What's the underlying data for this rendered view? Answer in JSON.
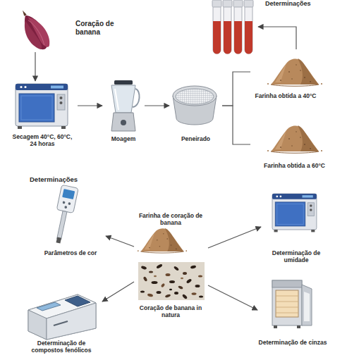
{
  "diagram": {
    "nodes": [
      {
        "text": [
          "Coração de banana"
        ]
      },
      {
        "text": [
          "Secagem 40°C, 60°C, 24 horas"
        ]
      },
      {
        "text": [
          "Moagem"
        ]
      },
      {
        "text": [
          "Peneirado"
        ]
      },
      {
        "text": [
          "Farinha obtida a 40°C"
        ]
      },
      {
        "text": [
          "Farinha obtida a 60°C"
        ]
      },
      {
        "text": [
          "Determinações"
        ]
      },
      {
        "text": [
          "Parâmetros de cor"
        ]
      },
      {
        "text": [
          "Farinha de coração de banana",
          "Coração de banana in natura"
        ]
      },
      {
        "text": [
          "Determinação de umidade"
        ]
      },
      {
        "text": [
          "Determinação de compostos fenólicos"
        ]
      },
      {
        "text": [
          "Determinação de cinzas"
        ]
      }
    ],
    "edges": [
      {
        "from": 0,
        "to": 1,
        "arrow": "to"
      },
      {
        "from": 1,
        "to": 2,
        "arrow": "to"
      },
      {
        "from": 2,
        "to": 3,
        "arrow": "to"
      },
      {
        "from": 3,
        "to": 4,
        "arrow": "none"
      },
      {
        "from": 3,
        "to": 5,
        "arrow": "none"
      },
      {
        "from": 4,
        "to": 6,
        "arrow": "to"
      },
      {
        "from": 8,
        "to": 7,
        "arrow": "to"
      },
      {
        "from": 8,
        "to": 9,
        "arrow": "to"
      },
      {
        "from": 8,
        "to": 10,
        "arrow": "to"
      },
      {
        "from": 8,
        "to": 11,
        "arrow": "to"
      }
    ],
    "labels": [
      "Determinações"
    ]
  }
}
